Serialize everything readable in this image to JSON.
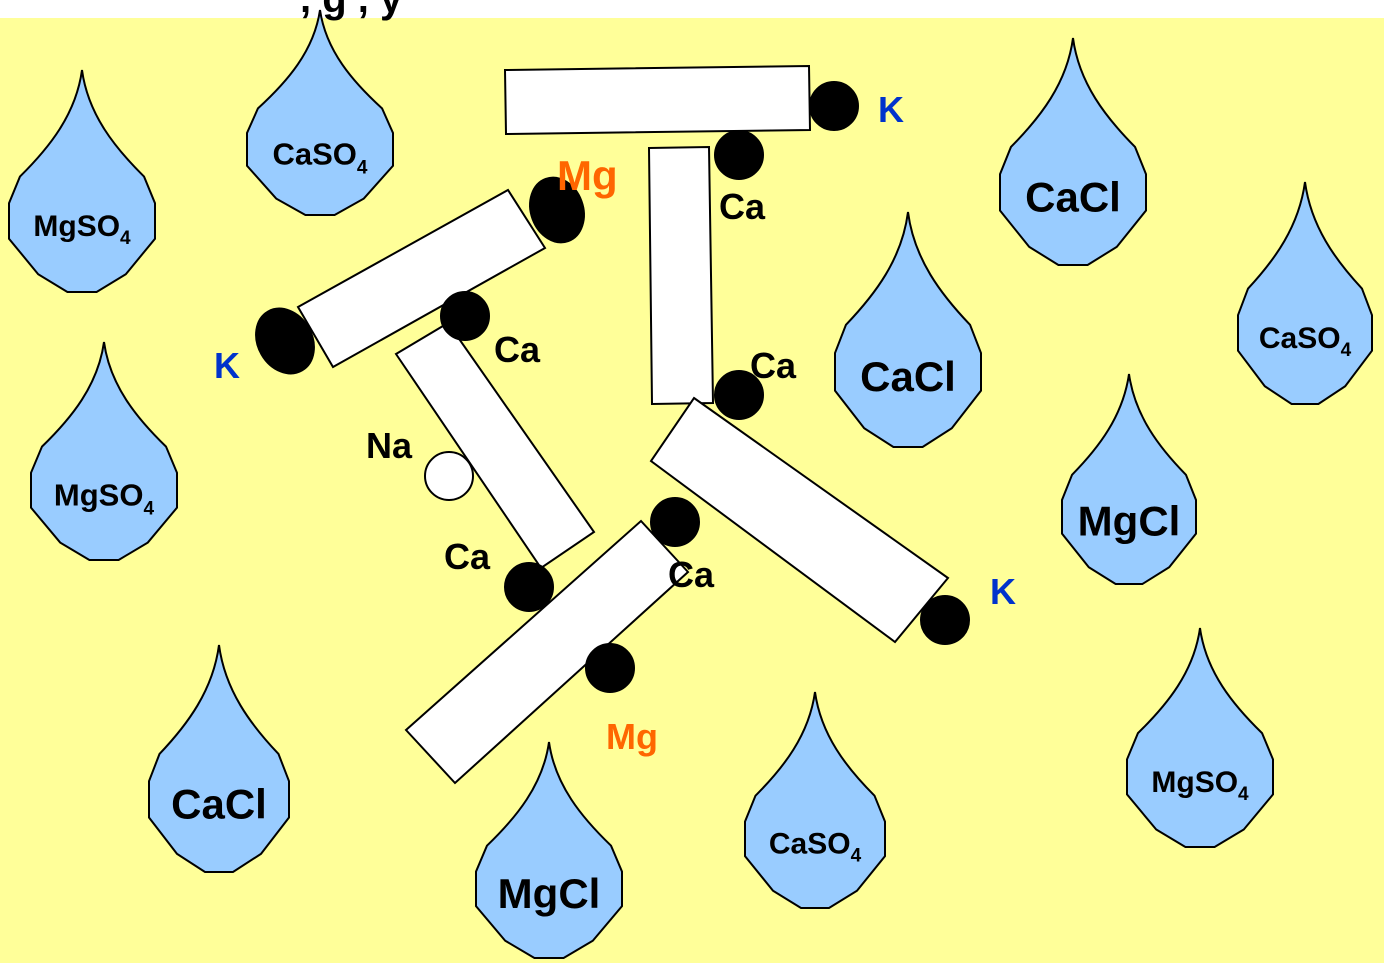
{
  "title_fragment": ", g                                        ,                          y",
  "colors": {
    "background": "#FFFF99",
    "droplet_fill": "#99CCFF",
    "outline": "#000000",
    "particle_fill": "#FFFFFF",
    "ion_fill": "#000000",
    "label_black": "#000000",
    "label_blue": "#0033CC",
    "label_orange": "#FF6600"
  },
  "droplets": [
    {
      "id": "d1",
      "label": "MgSO",
      "sub": "4"
    },
    {
      "id": "d2",
      "label": "CaSO",
      "sub": "4"
    },
    {
      "id": "d3",
      "label": "CaCl",
      "sub": ""
    },
    {
      "id": "d4",
      "label": "CaCl",
      "sub": ""
    },
    {
      "id": "d5",
      "label": "CaSO",
      "sub": "4"
    },
    {
      "id": "d6",
      "label": "MgSO",
      "sub": "4"
    },
    {
      "id": "d7",
      "label": "MgCl",
      "sub": ""
    },
    {
      "id": "d8",
      "label": "CaCl",
      "sub": ""
    },
    {
      "id": "d9",
      "label": "MgCl",
      "sub": ""
    },
    {
      "id": "d10",
      "label": "CaSO",
      "sub": "4"
    },
    {
      "id": "d11",
      "label": "MgSO",
      "sub": "4"
    }
  ],
  "ions": [
    {
      "id": "i1",
      "label": "K",
      "color": "blue"
    },
    {
      "id": "i2",
      "label": "Ca",
      "color": "black"
    },
    {
      "id": "i3",
      "label": "Mg",
      "color": "orange"
    },
    {
      "id": "i4",
      "label": "K",
      "color": "blue"
    },
    {
      "id": "i5",
      "label": "Ca",
      "color": "black"
    },
    {
      "id": "i6",
      "label": "Ca",
      "color": "black"
    },
    {
      "id": "i7",
      "label": "Na",
      "color": "black"
    },
    {
      "id": "i8",
      "label": "Ca",
      "color": "black"
    },
    {
      "id": "i9",
      "label": "Ca",
      "color": "black"
    },
    {
      "id": "i10",
      "label": "Mg",
      "color": "orange"
    },
    {
      "id": "i11",
      "label": "K",
      "color": "blue"
    }
  ]
}
